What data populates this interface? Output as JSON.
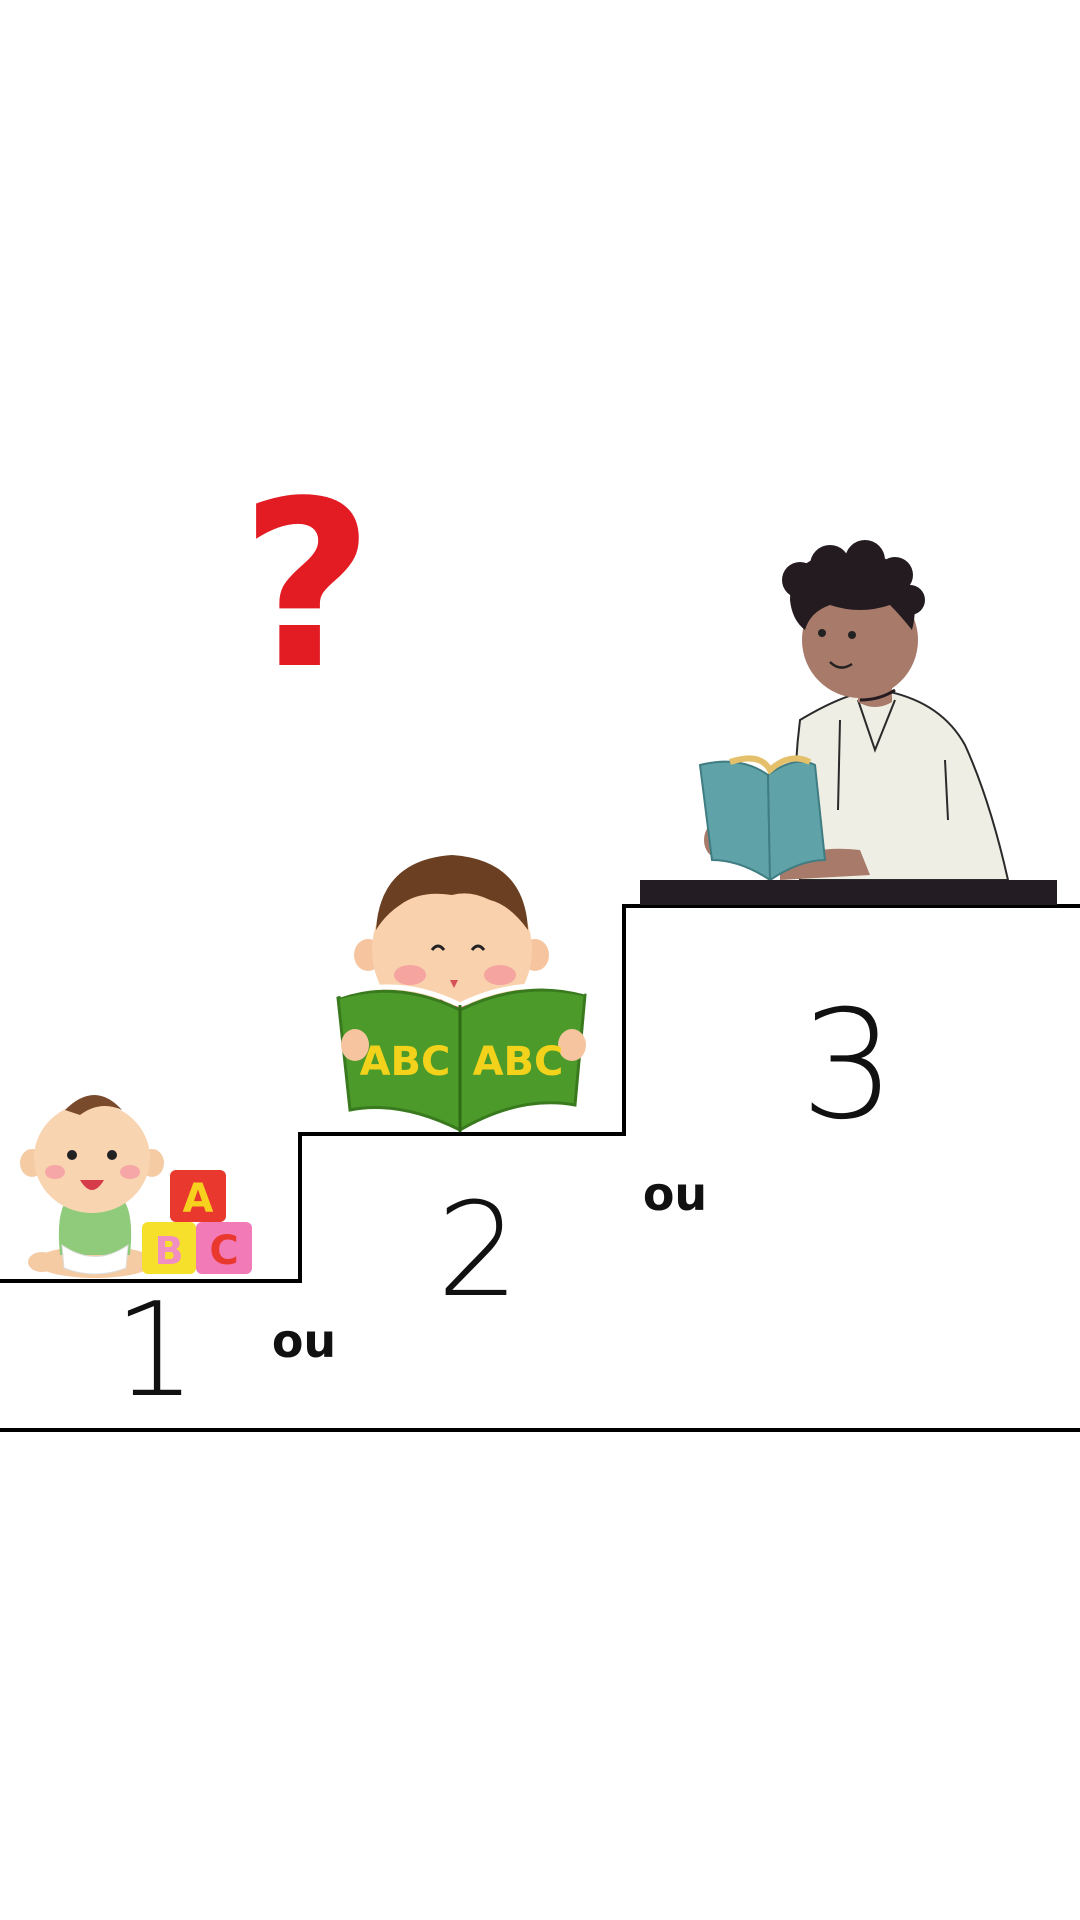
{
  "steps": [
    {
      "number": "1",
      "figure": "baby-with-abc-blocks"
    },
    {
      "number": "2",
      "figure": "child-reading-abc-book"
    },
    {
      "number": "3",
      "figure": "adult-reading-book"
    }
  ],
  "connectors": [
    "ou",
    "ou"
  ],
  "question_mark": {
    "glyph": "?",
    "color": "#e31b23"
  },
  "blocks": [
    "A",
    "B",
    "C"
  ],
  "book_text": [
    "ABC",
    "ABC"
  ],
  "colors": {
    "line": "#000000",
    "question": "#e31b23",
    "book_green": "#4c9a2a",
    "book_letters": "#f2d21b",
    "teal_book": "#5fa3a8",
    "shirt": "#efeee4",
    "desk": "#231c22"
  }
}
